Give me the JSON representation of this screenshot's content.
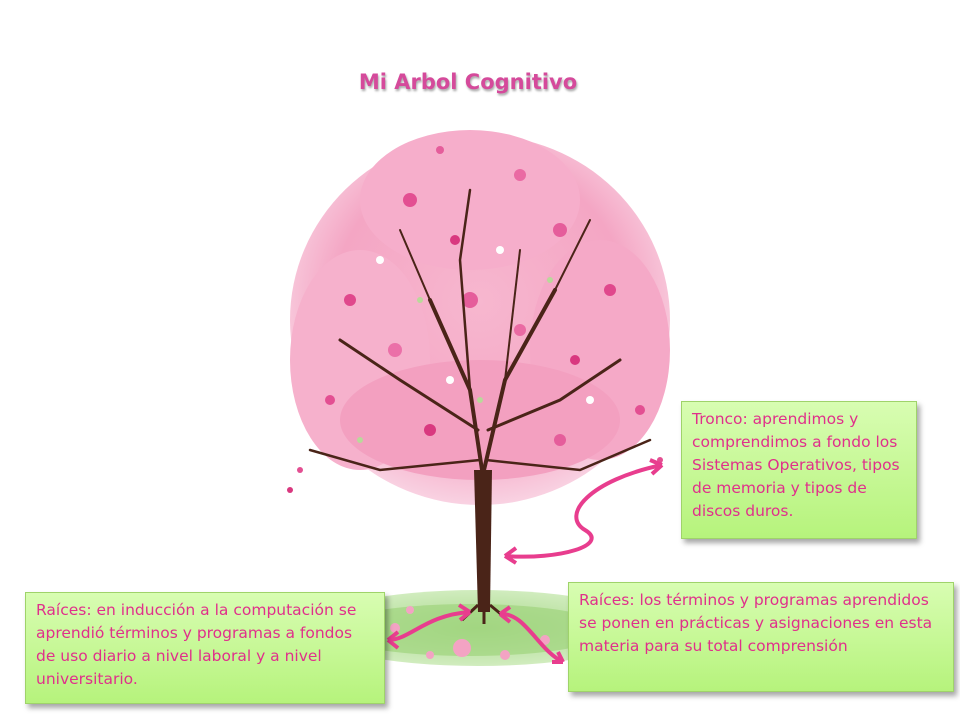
{
  "slide": {
    "title": "Mi Arbol Cognitivo"
  },
  "notes": {
    "trunk": "Tronco: aprendimos y comprendimos a fondo los  Sistemas Operativos, tipos de memoria y tipos de discos duros.",
    "roots_left": "Raíces: en inducción a la computación se aprendió términos y programas a fondos de uso diario a nivel laboral y a nivel universitario.",
    "roots_right": "Raíces: los términos y programas aprendidos se ponen en prácticas y asignaciones en esta materia para su total comprensión"
  },
  "colors": {
    "accent_pink": "#e0308b",
    "note_green": "#c8f89a",
    "arrow_pink": "#e83d8e",
    "trunk_brown": "#4a2418"
  }
}
